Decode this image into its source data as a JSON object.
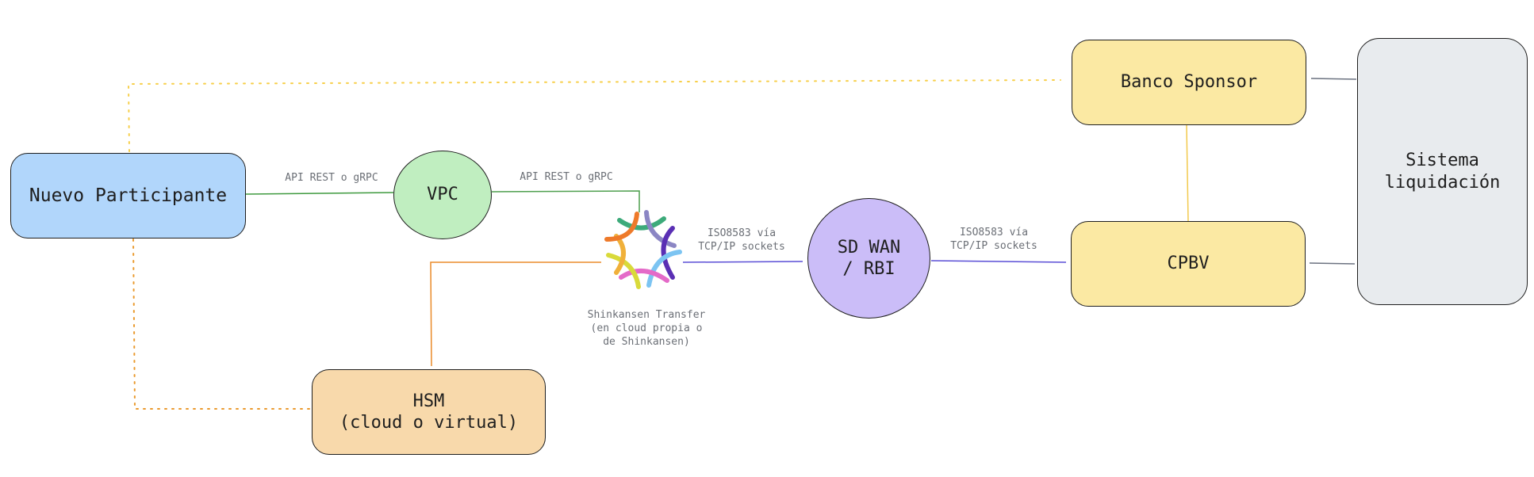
{
  "diagram": {
    "nodes": {
      "nuevo_participante": {
        "label": "Nuevo Participante",
        "fill": "#b1d6fb"
      },
      "vpc": {
        "label": "VPC",
        "fill": "#c0eec0"
      },
      "hsm": {
        "label": "HSM\n(cloud o virtual)",
        "fill": "#f8d9ab"
      },
      "shinkansen": {
        "label": "Shinkansen Transfer\n(en cloud propia o\nde Shinkansen)",
        "icon": "shinkansen-logo"
      },
      "sd_wan": {
        "label": "SD WAN\n/ RBI",
        "fill": "#cbbdf8"
      },
      "banco_sponsor": {
        "label": "Banco Sponsor",
        "fill": "#fbe9a3"
      },
      "cpbv": {
        "label": "CPBV",
        "fill": "#fbe9a3"
      },
      "sistema_liquidacion": {
        "label": "Sistema\nliquidación",
        "fill": "#e8ebee"
      }
    },
    "edges": [
      {
        "from": "nuevo_participante",
        "to": "vpc",
        "label": "API REST o gRPC",
        "color": "#3f9a3f",
        "style": "solid"
      },
      {
        "from": "vpc",
        "to": "shinkansen",
        "label": "API REST o gRPC",
        "color": "#3f9a3f",
        "style": "solid"
      },
      {
        "from": "shinkansen",
        "to": "sd_wan",
        "label": "ISO8583 vía\nTCP/IP sockets",
        "color": "#5b4fd6",
        "style": "solid"
      },
      {
        "from": "sd_wan",
        "to": "cpbv",
        "label": "ISO8583 vía\nTCP/IP sockets",
        "color": "#5b4fd6",
        "style": "solid"
      },
      {
        "from": "shinkansen",
        "to": "hsm",
        "label": "",
        "color": "#ea8b2a",
        "style": "solid"
      },
      {
        "from": "nuevo_participante",
        "to": "hsm",
        "label": "",
        "color": "#ea9a2e",
        "style": "dotted"
      },
      {
        "from": "nuevo_participante",
        "to": "banco_sponsor",
        "label": "",
        "color": "#f7cf4a",
        "style": "dotted"
      },
      {
        "from": "banco_sponsor",
        "to": "cpbv",
        "label": "",
        "color": "#f2c94c",
        "style": "solid"
      },
      {
        "from": "banco_sponsor",
        "to": "sistema_liquidacion",
        "label": "",
        "color": "#6b7280",
        "style": "solid"
      },
      {
        "from": "cpbv",
        "to": "sistema_liquidacion",
        "label": "",
        "color": "#6b7280",
        "style": "solid"
      }
    ]
  }
}
